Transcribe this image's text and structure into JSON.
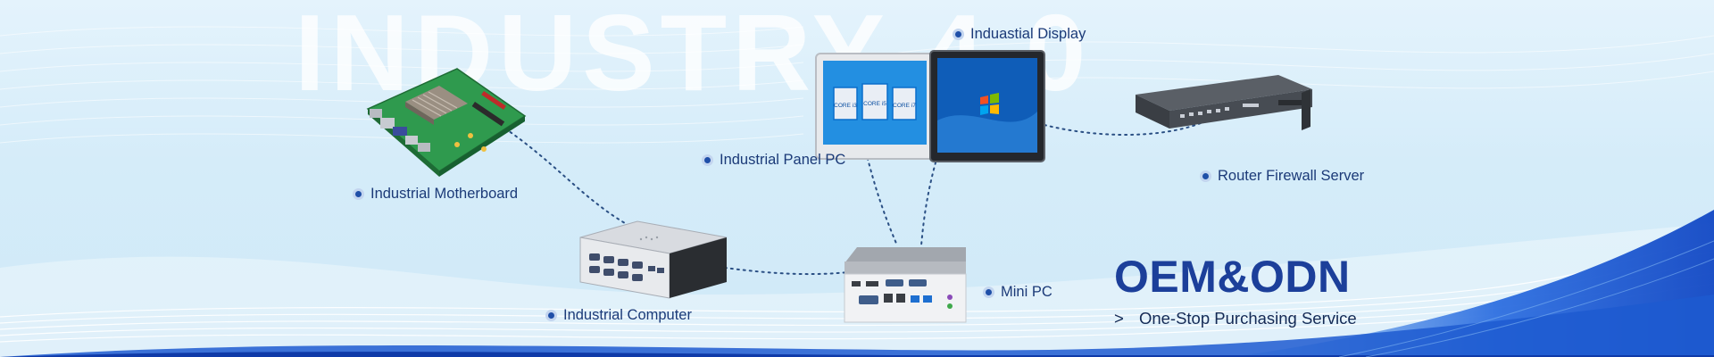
{
  "watermark": "INDUSTRY 4.0",
  "products": [
    {
      "id": "motherboard",
      "label": "Industrial Motherboard"
    },
    {
      "id": "panel-pc",
      "label": "Industrial Panel PC"
    },
    {
      "id": "display",
      "label": "Induastial Display"
    },
    {
      "id": "router",
      "label": "Router  Firewall Server"
    },
    {
      "id": "computer",
      "label": "Industrial Computer"
    },
    {
      "id": "mini-pc",
      "label": "Mini PC"
    }
  ],
  "panel_chips": [
    "CORE i3",
    "CORE i5",
    "CORE i7"
  ],
  "headline": "OEM&ODN",
  "tagline": {
    "chevron": ">",
    "text": "One-Stop Purchasing Service"
  },
  "colors": {
    "accent": "#1c3f9a",
    "background": "#dff0fb",
    "wave": "#1d5bd0"
  }
}
